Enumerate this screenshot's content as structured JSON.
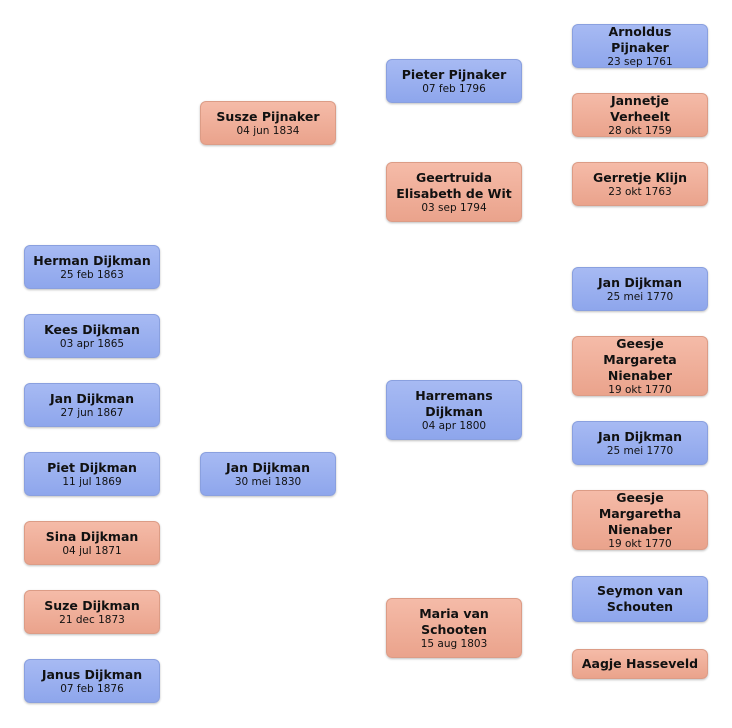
{
  "colors": {
    "male": "#97adef",
    "female": "#eeaa93"
  },
  "children": [
    {
      "name": "Herman Dijkman",
      "date": "25 feb 1863",
      "gender": "male"
    },
    {
      "name": "Kees Dijkman",
      "date": "03 apr 1865",
      "gender": "male"
    },
    {
      "name": "Jan Dijkman",
      "date": "27 jun 1867",
      "gender": "male"
    },
    {
      "name": "Piet Dijkman",
      "date": "11 jul 1869",
      "gender": "male"
    },
    {
      "name": "Sina Dijkman",
      "date": "04 jul 1871",
      "gender": "female"
    },
    {
      "name": "Suze Dijkman",
      "date": "21 dec 1873",
      "gender": "female"
    },
    {
      "name": "Janus Dijkman",
      "date": "07 feb 1876",
      "gender": "male"
    }
  ],
  "parents": [
    {
      "name": "Susze Pijnaker",
      "date": "04 jun 1834",
      "gender": "female"
    },
    {
      "name": "Jan Dijkman",
      "date": "30 mei 1830",
      "gender": "male"
    }
  ],
  "grandparents": [
    {
      "name": "Pieter Pijnaker",
      "date": "07 feb 1796",
      "gender": "male"
    },
    {
      "name": "Geertruida Elisabeth de Wit",
      "date": "03 sep 1794",
      "gender": "female"
    },
    {
      "name": "Harremans Dijkman",
      "date": "04 apr 1800",
      "gender": "male"
    },
    {
      "name": "Maria van Schooten",
      "date": "15 aug 1803",
      "gender": "female"
    }
  ],
  "great_grandparents": [
    {
      "name": "Arnoldus Pijnaker",
      "date": "23 sep 1761",
      "gender": "male"
    },
    {
      "name": "Jannetje Verheelt",
      "date": "28 okt 1759",
      "gender": "female"
    },
    {
      "name": "Gerretje Klijn",
      "date": "23 okt 1763",
      "gender": "female"
    },
    {
      "name": "Jan Dijkman",
      "date": "25 mei 1770",
      "gender": "male"
    },
    {
      "name": "Geesje Margareta Nienaber",
      "date": "19 okt 1770",
      "gender": "female"
    },
    {
      "name": "Jan Dijkman",
      "date": "25 mei 1770",
      "gender": "male"
    },
    {
      "name": "Geesje Margaretha Nienaber",
      "date": "19 okt 1770",
      "gender": "female"
    },
    {
      "name": "Seymon van Schouten",
      "date": "",
      "gender": "male"
    },
    {
      "name": "Aagje Hasseveld",
      "date": "",
      "gender": "female"
    }
  ]
}
